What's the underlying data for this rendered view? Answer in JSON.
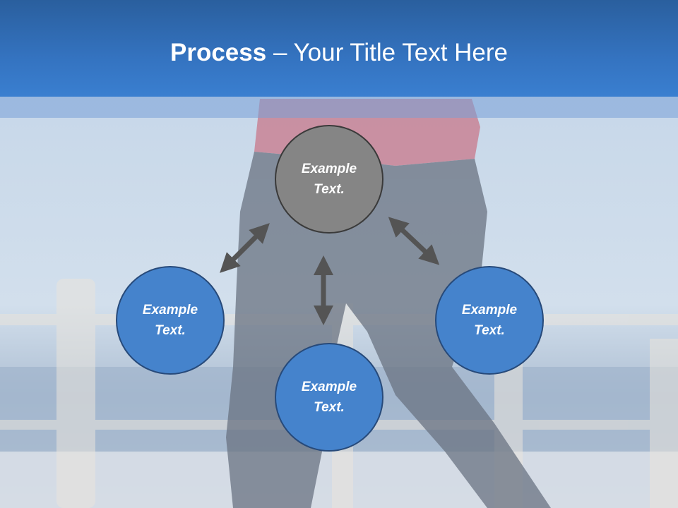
{
  "slide": {
    "title_bold": "Process",
    "title_separator": " – ",
    "title_rest": "Your Title Text Here"
  },
  "diagram": {
    "nodes": [
      {
        "id": "top",
        "label_line1": "Example",
        "label_line2": "Text.",
        "color": "#858585"
      },
      {
        "id": "left",
        "label_line1": "Example",
        "label_line2": "Text.",
        "color": "#4583cc"
      },
      {
        "id": "bottom",
        "label_line1": "Example",
        "label_line2": "Text.",
        "color": "#4583cc"
      },
      {
        "id": "right",
        "label_line1": "Example",
        "label_line2": "Text.",
        "color": "#4583cc"
      }
    ],
    "arrow_color": "#545454",
    "arrows": [
      {
        "from": "top",
        "to": "left",
        "style": "double-headed"
      },
      {
        "from": "top",
        "to": "bottom",
        "style": "double-headed"
      },
      {
        "from": "top",
        "to": "right",
        "style": "double-headed"
      }
    ]
  },
  "colors": {
    "title_bar": "#3473c0",
    "title_text": "#ffffff"
  }
}
